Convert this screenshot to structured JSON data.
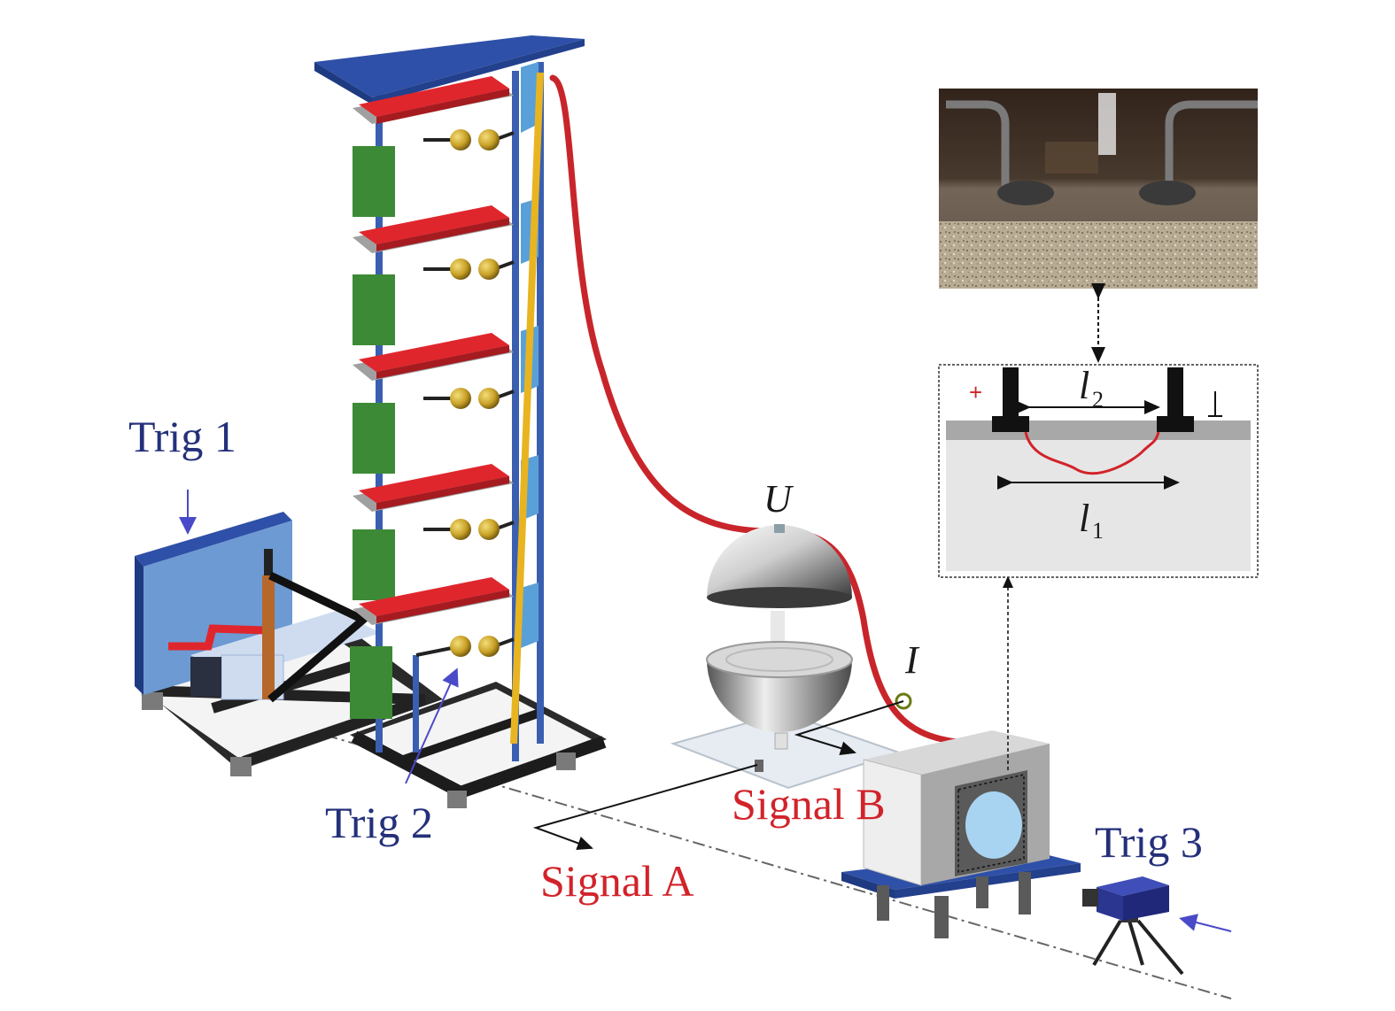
{
  "labels": {
    "trig1": "Trig 1",
    "trig2": "Trig 2",
    "trig3": "Trig 3",
    "signal_a": "Signal A",
    "signal_b": "Signal B",
    "voltage": "U",
    "current": "I"
  },
  "inset": {
    "l2_symbol": "l",
    "l2_sub": "2",
    "l1_symbol": "l",
    "l1_sub": "1",
    "polarity": "+"
  },
  "colors": {
    "frame_blue": "#3a5fb0",
    "platform_red": "#e0262d",
    "capacitor_green": "#3d8a36",
    "resistor_yellow": "#e8b420",
    "sphere_gold": "#c9a227",
    "cable_red": "#c8252b",
    "label_blue": "#24307a",
    "label_red": "#d2232a"
  }
}
